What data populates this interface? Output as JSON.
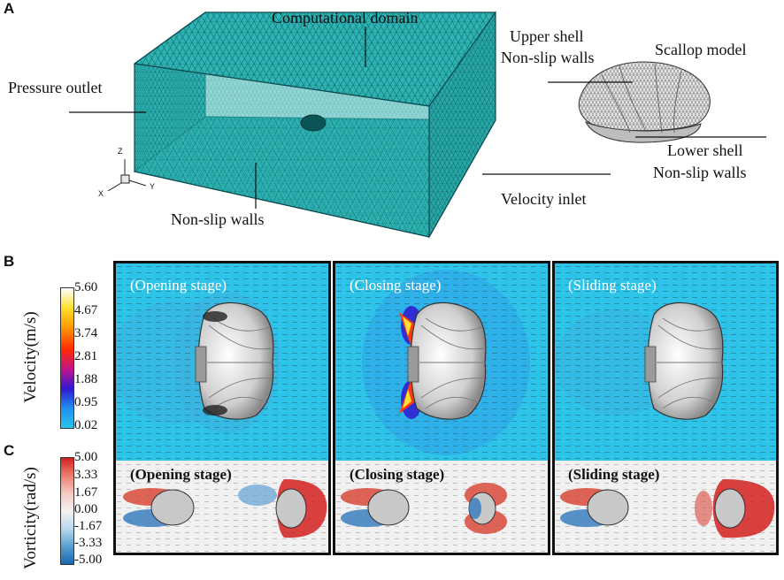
{
  "panel_a": {
    "label": "A",
    "annotations": {
      "computational_domain": "Computational domain",
      "pressure_outlet": "Pressure outlet",
      "non_slip_walls": "Non-slip walls",
      "velocity_inlet": "Velocity inlet",
      "upper_shell_1": "Upper shell",
      "upper_shell_2": "Non-slip walls",
      "scallop_model": "Scallop model",
      "lower_shell_1": "Lower shell",
      "lower_shell_2": "Non-slip walls"
    },
    "axes": {
      "z": "Z",
      "x": "X",
      "y": "Y"
    },
    "mesh_color": "#2fb3b3"
  },
  "panel_b": {
    "label": "B",
    "colorbar_title": "Velocity(m/s)",
    "ticks": [
      "5.60",
      "4.67",
      "3.74",
      "2.81",
      "1.88",
      "0.95",
      "0.02"
    ],
    "colors": [
      "#ffffff",
      "#ffe030",
      "#ff9a00",
      "#ff2a00",
      "#c0148c",
      "#3018d0",
      "#2090f0",
      "#26c6ec"
    ]
  },
  "panel_c": {
    "label": "C",
    "colorbar_title": "Vorticity(rad/s)",
    "ticks": [
      "5.00",
      "3.33",
      "1.67",
      "0.00",
      "-1.67",
      "-3.33",
      "-5.00"
    ],
    "colors": [
      "#d42020",
      "#ec8070",
      "#f6c8c0",
      "#f2f2f2",
      "#b8d8ee",
      "#5aa0d0",
      "#1868b0"
    ]
  },
  "stages": [
    "(Opening stage)",
    "(Closing stage)",
    "(Sliding stage)"
  ]
}
